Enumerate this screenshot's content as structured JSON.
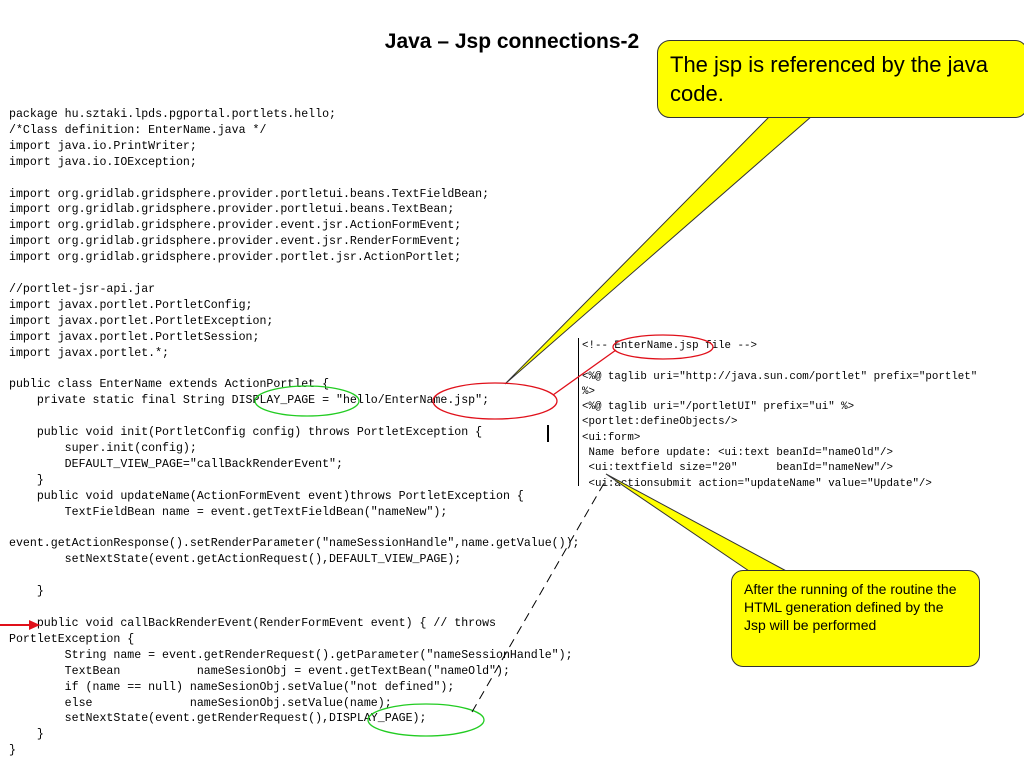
{
  "slide": {
    "title": "Java – Jsp connections-2"
  },
  "java_code": {
    "lines": [
      "package hu.sztaki.lpds.pgportal.portlets.hello;",
      "/*Class definition: EnterName.java */",
      "import java.io.PrintWriter;",
      "import java.io.IOException;",
      "",
      "import org.gridlab.gridsphere.provider.portletui.beans.TextFieldBean;",
      "import org.gridlab.gridsphere.provider.portletui.beans.TextBean;",
      "import org.gridlab.gridsphere.provider.event.jsr.ActionFormEvent;",
      "import org.gridlab.gridsphere.provider.event.jsr.RenderFormEvent;",
      "import org.gridlab.gridsphere.provider.portlet.jsr.ActionPortlet;",
      "",
      "//portlet-jsr-api.jar",
      "import javax.portlet.PortletConfig;",
      "import javax.portlet.PortletException;",
      "import javax.portlet.PortletSession;",
      "import javax.portlet.*;",
      "",
      "public class EnterName extends ActionPortlet {",
      "    private static final String DISPLAY_PAGE = \"hello/EnterName.jsp\";",
      "",
      "    public void init(PortletConfig config) throws PortletException {",
      "        super.init(config);",
      "        DEFAULT_VIEW_PAGE=\"callBackRenderEvent\";",
      "    }",
      "    public void updateName(ActionFormEvent event)throws PortletException {",
      "        TextFieldBean name = event.getTextFieldBean(\"nameNew\");",
      "",
      "event.getActionResponse().setRenderParameter(\"nameSessionHandle\",name.getValue());",
      "        setNextState(event.getActionRequest(),DEFAULT_VIEW_PAGE);",
      "",
      "    }",
      "",
      "    public void callBackRenderEvent(RenderFormEvent event) { // throws",
      "PortletException {",
      "        String name = event.getRenderRequest().getParameter(\"nameSessionHandle\");",
      "        TextBean           nameSesionObj = event.getTextBean(\"nameOld\");",
      "        if (name == null) nameSesionObj.setValue(\"not defined\");",
      "        else              nameSesionObj.setValue(name);",
      "        setNextState(event.getRenderRequest(),DISPLAY_PAGE);",
      "    }",
      "}"
    ]
  },
  "jsp_code": {
    "lines": [
      "<!-- EnterName.jsp file -->",
      "",
      "<%@ taglib uri=\"http://java.sun.com/portlet\" prefix=\"portlet\"",
      "%>",
      "<%@ taglib uri=\"/portletUI\" prefix=\"ui\" %>",
      "<portlet:defineObjects/>",
      "<ui:form>",
      " Name before update: <ui:text beanId=\"nameOld\"/>",
      " <ui:textfield size=\"20\"      beanId=\"nameNew\"/>",
      " <ui:actionsubmit action=\"updateName\" value=\"Update\"/>"
    ]
  },
  "callouts": {
    "top": "The jsp  is referenced by the java code.",
    "bottom": "After the running of the routine the HTML generation defined by the Jsp will be performed"
  },
  "colors": {
    "callout_fill": "#ffff00",
    "highlight_red": "#e0101a",
    "highlight_green": "#22cc22",
    "arrow_red": "#e0101a"
  }
}
